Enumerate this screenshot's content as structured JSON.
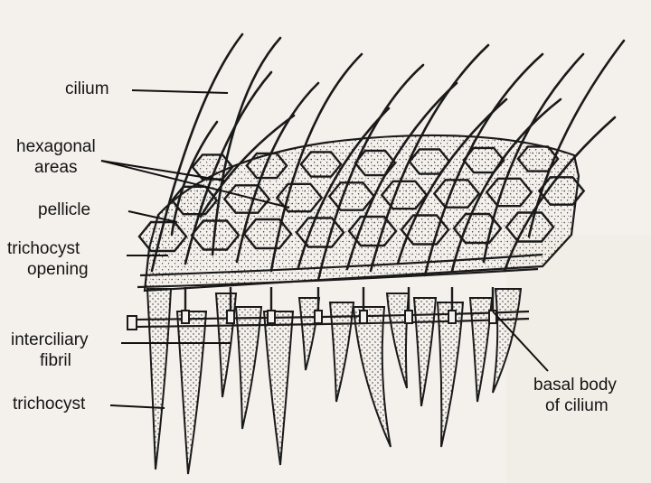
{
  "labels": {
    "cilium": "cilium",
    "hexagonal_1": "hexagonal",
    "hexagonal_2": "areas",
    "pellicle": "pellicle",
    "trichocyst_opening_1": "trichocyst",
    "trichocyst_opening_2": "opening",
    "interciliary_1": "interciliary",
    "interciliary_2": "fibril",
    "trichocyst": "trichocyst",
    "basal_body_1": "basal body",
    "basal_body_2": "of cilium"
  },
  "colors": {
    "ink": "#1a1a1a",
    "paper": "#f4f1ec",
    "cell_fill": "#ebe6de",
    "stipple": "#3a3a3a"
  }
}
